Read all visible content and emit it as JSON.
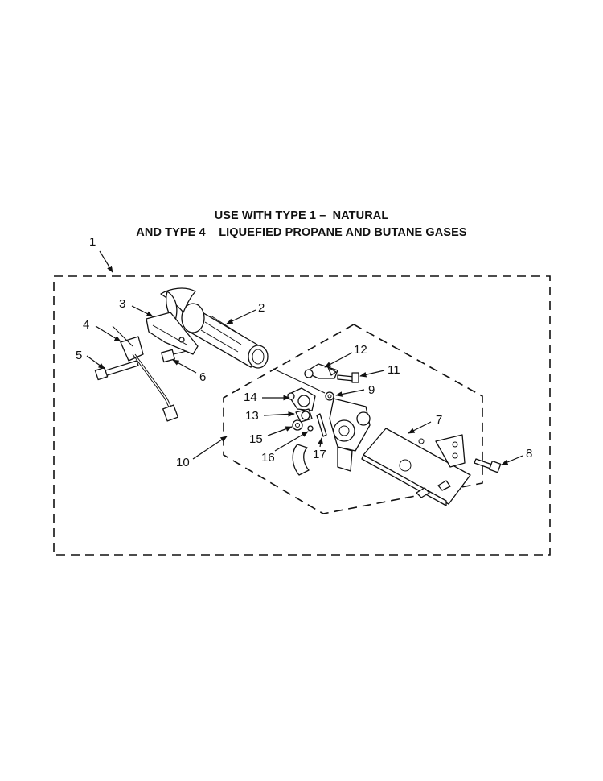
{
  "title": {
    "line1": "USE WITH TYPE 1 –  NATURAL",
    "line2": "AND TYPE 4    LIQUEFIED PROPANE AND BUTANE GASES"
  },
  "callouts": [
    "1",
    "2",
    "3",
    "4",
    "5",
    "6",
    "7",
    "8",
    "9",
    "10",
    "11",
    "12",
    "13",
    "14",
    "15",
    "16",
    "17"
  ]
}
